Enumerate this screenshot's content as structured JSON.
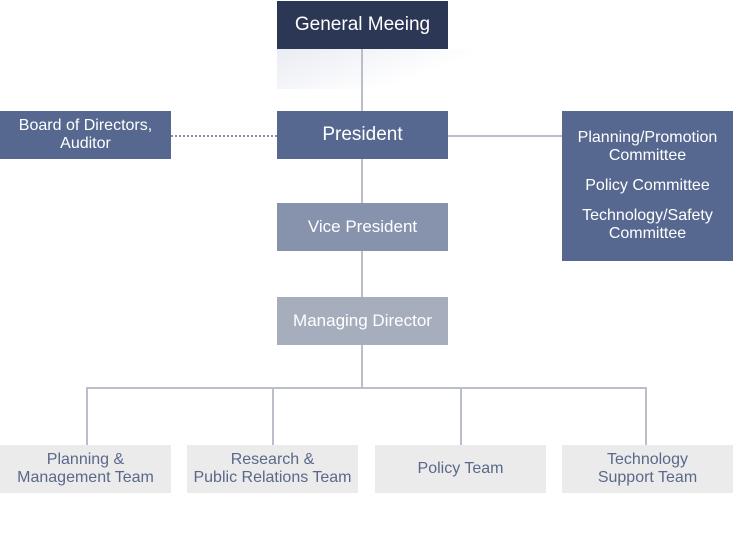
{
  "org_chart": {
    "general_meeting": "General Meeing",
    "president": "President",
    "board": [
      "Board of Directors,",
      "Auditor"
    ],
    "committees": [
      [
        "Planning/Promotion",
        "Committee"
      ],
      [
        "Policy Committee"
      ],
      [
        "Technology/Safety",
        "Committee"
      ]
    ],
    "vice_president": "Vice President",
    "managing_director": "Managing Director",
    "teams": [
      [
        "Planning &",
        "Management Team"
      ],
      [
        "Research &",
        "Public Relations Team"
      ],
      [
        "Policy Team"
      ],
      [
        "Technology",
        "Support Team"
      ]
    ]
  }
}
